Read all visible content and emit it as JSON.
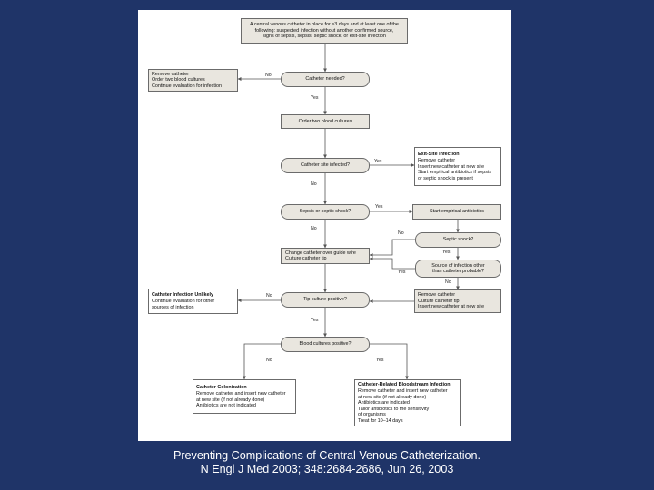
{
  "nodes": {
    "start": "A central venous catheter in place for ≥3 days and at least one of the\nfollowing: suspected infection without another confirmed source,\nsigns of sepsis, sepsis, septic shock, or exit-site infection",
    "remove_catheter": "Remove catheter\nOrder two blood cultures\nContinue evaluation for infection",
    "catheter_needed": "Catheter needed?",
    "order_cultures": "Order two blood cultures",
    "site_infected": "Catheter site infected?",
    "exit_site_title": "Exit-Site Infection",
    "exit_site_body": "Remove catheter\nInsert new catheter at new site\nStart empirical antibiotics if sepsis\n    or septic shock is present",
    "sepsis_shock": "Sepsis or septic shock?",
    "empirical_antibiotics": "Start empirical antibiotics",
    "septic_shock": "Septic shock?",
    "change_guidewire": "Change catheter over guide wire\nCulture catheter tip",
    "other_source": "Source of infection other\nthan catheter probable?",
    "unlikely_title": "Catheter Infection Unlikely",
    "unlikely_body": "Continue evaluation for other\n    sources of infection",
    "tip_positive": "Tip culture positive?",
    "remove_culture": "Remove catheter\nCulture catheter tip\nInsert new catheter at new site",
    "blood_positive": "Blood cultures positive?",
    "colonization_title": "Catheter Colonization",
    "colonization_body": "Remove catheter and insert new catheter\n    at new site (if not already done)\nAntibiotics are not indicated",
    "crbsi_title": "Catheter-Related Bloodstream Infection",
    "crbsi_body": "Remove catheter and insert new catheter\n    at new site (if not already done)\nAntibiotics are indicated\nTailor antibiotics to the sensitivity\n    of organisms\nTreat for 10–14 days"
  },
  "edge_labels": {
    "no": "No",
    "yes": "Yes"
  },
  "caption": {
    "line1": "Preventing Complications of Central Venous Catheterization.",
    "line2": "N Engl J Med 2003; 348:2684-2686, Jun 26, 2003"
  },
  "colors": {
    "background": "#1f3468",
    "panel": "#ffffff",
    "node_fill": "#e9e6df",
    "line": "#555555",
    "caption_text": "#ffffff"
  }
}
